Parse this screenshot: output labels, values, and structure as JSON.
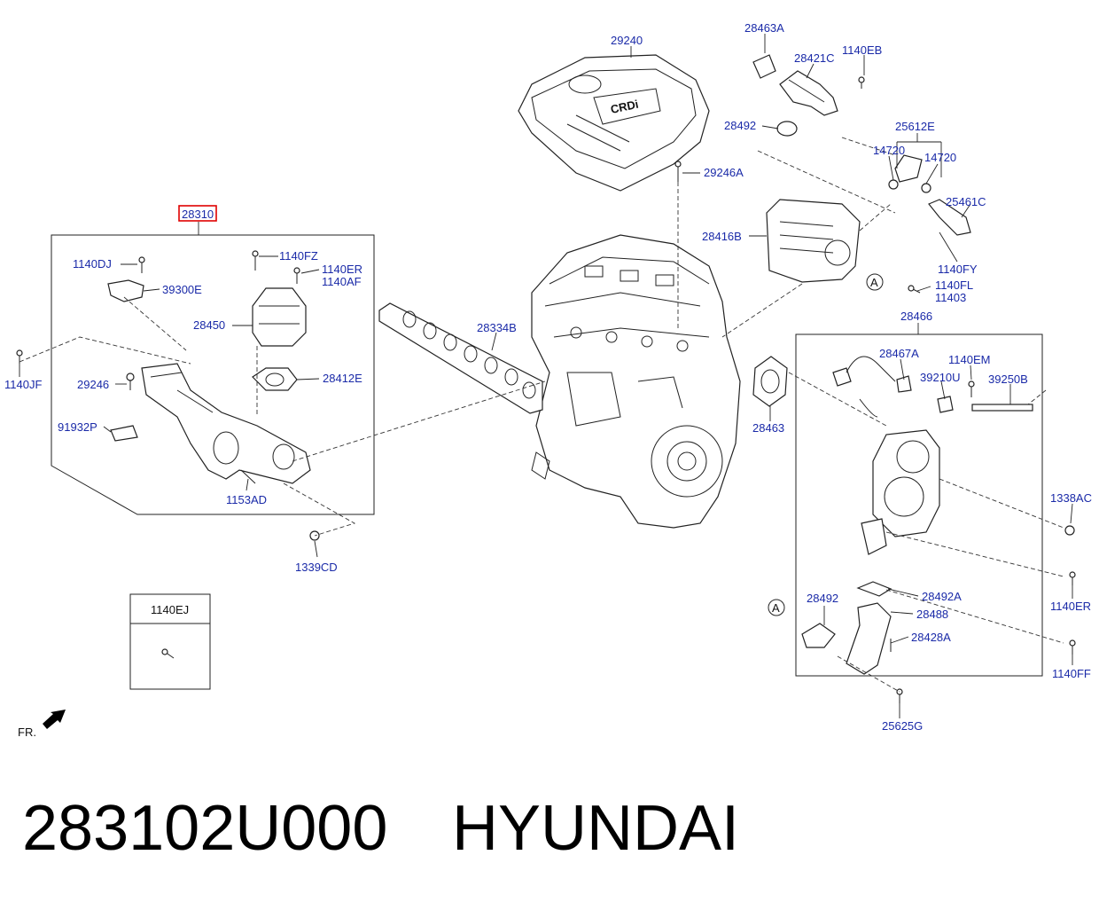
{
  "diagram": {
    "highlighted_part": "28310",
    "labels": {
      "p29240": "29240",
      "p28463A": "28463A",
      "p28421C": "28421C",
      "p1140EB": "1140EB",
      "p28492top": "28492",
      "p25612E": "25612E",
      "p14720a": "14720",
      "p14720b": "14720",
      "p29246A": "29246A",
      "p25461C": "25461C",
      "p28416B": "28416B",
      "p1140FY": "1140FY",
      "p1140FL": "1140FL",
      "p11403": "11403",
      "p28466": "28466",
      "p1140DJ": "1140DJ",
      "p1140FZ": "1140FZ",
      "p1140ER": "1140ER",
      "p1140AF": "1140AF",
      "p39300E": "39300E",
      "p28450": "28450",
      "p28334B": "28334B",
      "p1140JF": "1140JF",
      "p29246": "29246",
      "p28412E": "28412E",
      "p91932P": "91932P",
      "p1153AD": "1153AD",
      "p1339CD": "1339CD",
      "p28467A": "28467A",
      "p1140EM": "1140EM",
      "p39210U": "39210U",
      "p39250B": "39250B",
      "p28463": "28463",
      "p1338AC": "1338AC",
      "p1140ER2": "1140ER",
      "p28492b": "28492",
      "p28492A": "28492A",
      "p28488": "28488",
      "p28428A": "28428A",
      "p1140FF": "1140FF",
      "p25625G": "25625G",
      "p1140EJ": "1140EJ",
      "refA1": "A",
      "refA2": "A",
      "fr": "FR."
    }
  },
  "footer": {
    "part_number": "283102U000",
    "brand": "HYUNDAI"
  }
}
